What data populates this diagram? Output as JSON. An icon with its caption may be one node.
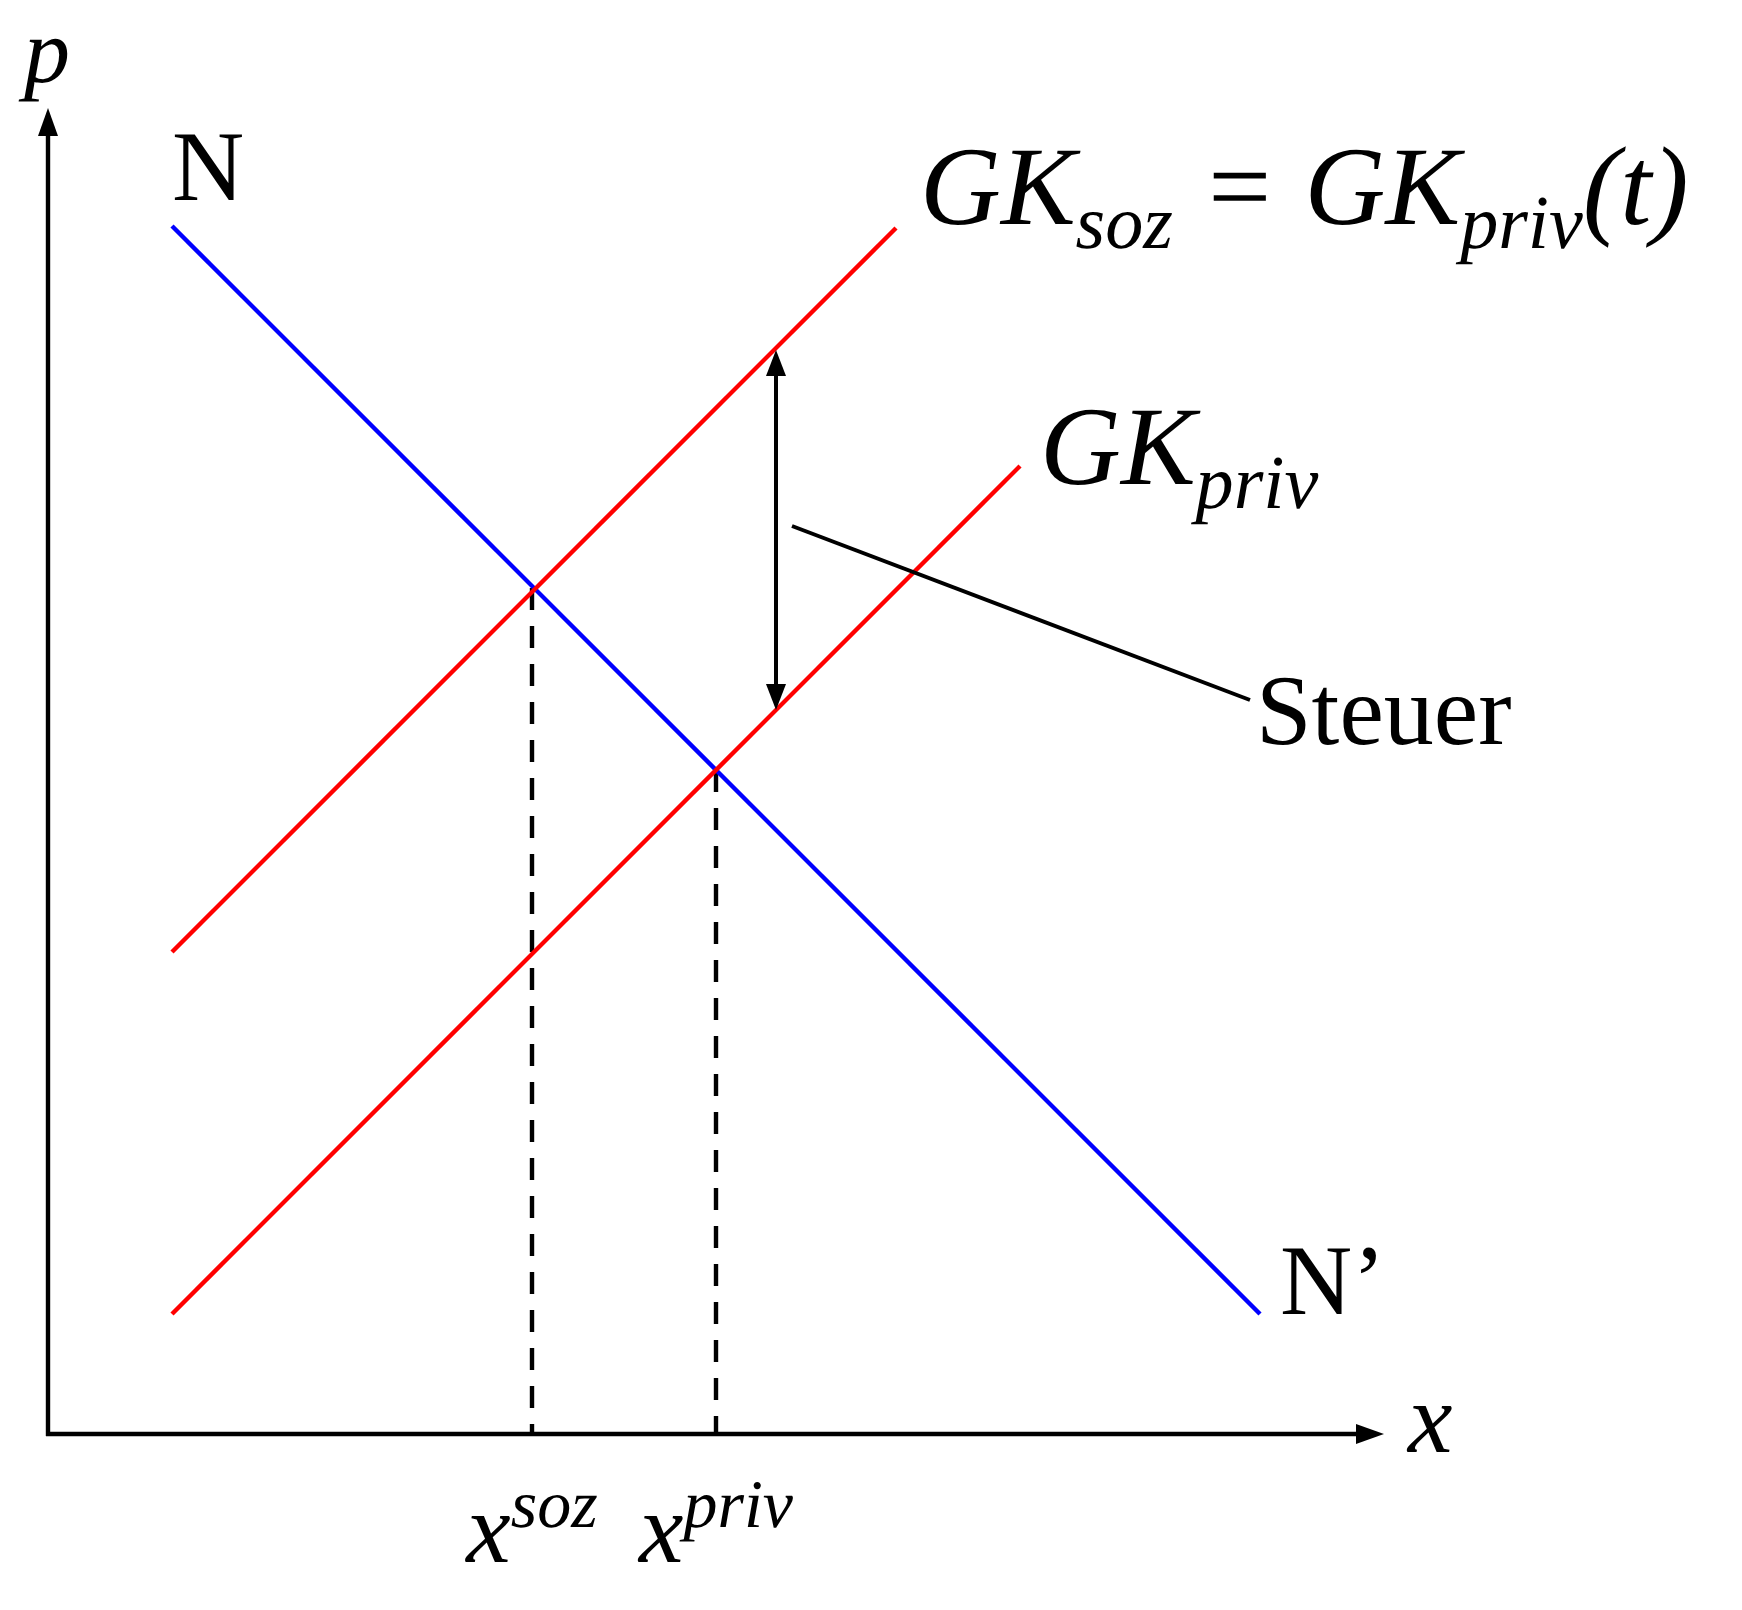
{
  "diagram": {
    "nodes": [
      {
        "text": [],
        "shape": "arrow"
      },
      {
        "text": [
          "Steuer"
        ]
      }
    ],
    "edges": [
      {
        "from": 1,
        "to": 0,
        "arrow": "none"
      }
    ],
    "labels": [
      "p",
      "N",
      "GK$_{soz}$ = GK$_{priv}$(t)",
      "GK$_{priv}$",
      "N’",
      "x",
      "x$^{soz}$",
      "x$^{priv}$"
    ]
  }
}
